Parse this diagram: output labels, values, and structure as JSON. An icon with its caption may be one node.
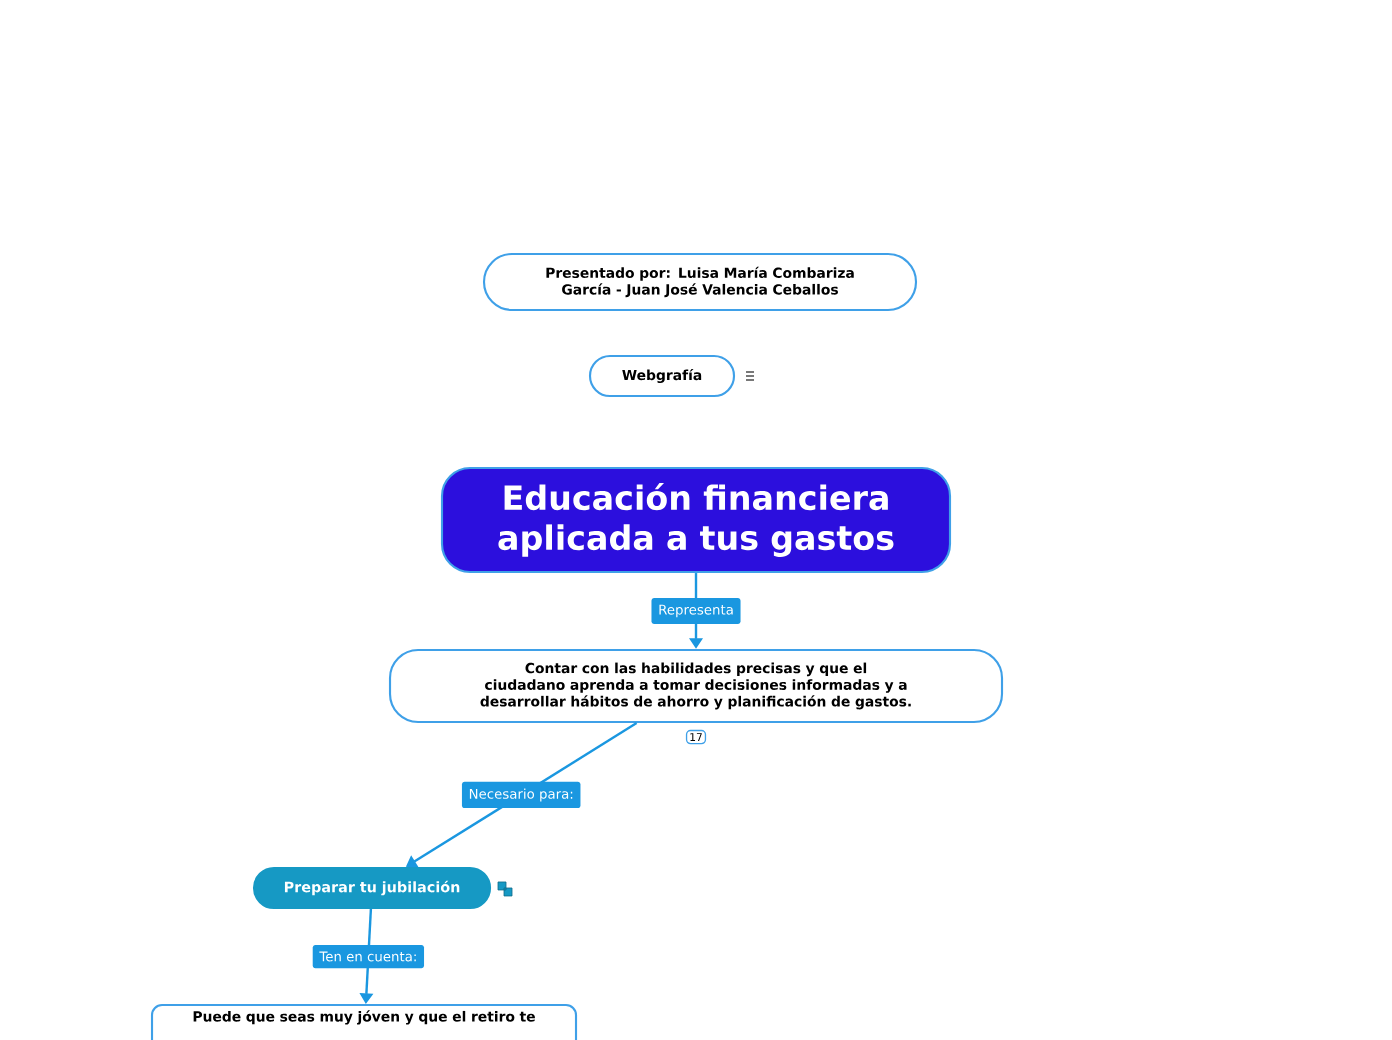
{
  "diagram": {
    "nodes": [
      {
        "text": [
          "Presentado por: Luisa María Combariza García - Juan José Valencia Ceballos"
        ]
      },
      {
        "text": [
          "Webgrafía"
        ]
      },
      {
        "text": [
          "Educación financiera aplicada a tus gastos"
        ]
      },
      {
        "text": [
          "Contar con las habilidades precisas y que el ciudadano aprenda a tomar decisiones informadas y a desarrollar hábitos de ahorro y planificación de gastos."
        ],
        "beside": [
          "17"
        ]
      },
      {
        "text": [
          "Preparar tu jubilación"
        ]
      },
      {
        "text": [
          "Puede que seas muy jóven y que el retiro te"
        ]
      }
    ],
    "edges": [
      {
        "from": 2,
        "to": 3,
        "arrow": "to",
        "label": "Representa"
      },
      {
        "from": 3,
        "to": 4,
        "arrow": "to",
        "label": "Necesario para:"
      },
      {
        "from": 4,
        "to": 5,
        "arrow": "to",
        "label": "Ten en cuenta:"
      }
    ]
  }
}
